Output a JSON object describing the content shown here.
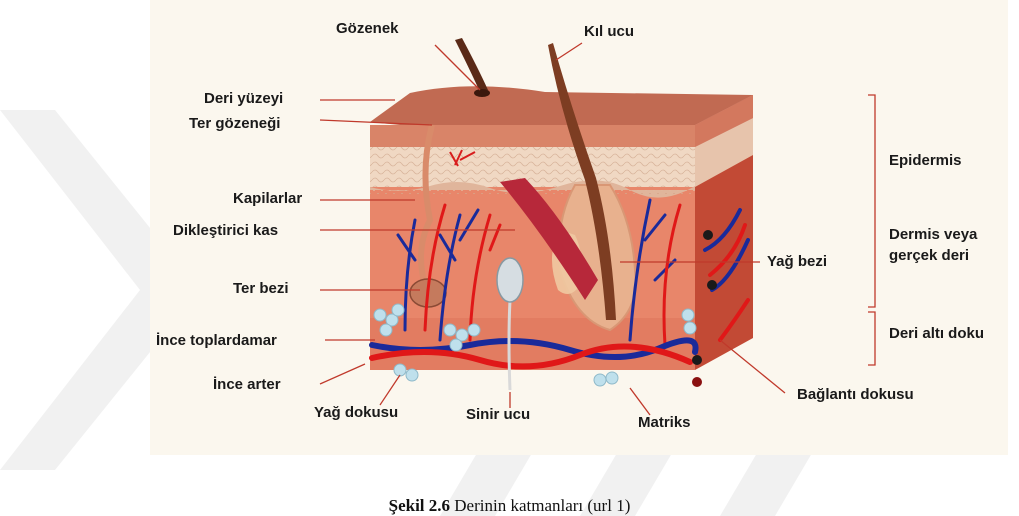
{
  "colors": {
    "epidermis": "#c9735a",
    "stratum": "#efd6c1",
    "dermis": "#e8866a",
    "skin_front": "#e07a5c",
    "hair": "#7d3d22",
    "artery": "#e01818",
    "vein": "#1a2a9a",
    "fat": "#bfe0ec",
    "muscle": "#b7283a",
    "leader": "#c0392b"
  },
  "labels": {
    "gozenek": "Gözenek",
    "kil_ucu": "Kıl ucu",
    "deri_yuzeyi": "Deri yüzeyi",
    "ter_gozenegi": "Ter gözeneği",
    "kapilarlar": "Kapilarlar",
    "diklestirici_kas": "Dikleştirici kas",
    "ter_bezi": "Ter bezi",
    "ince_toplardamar": "İnce toplardamar",
    "ince_arter": "İnce arter",
    "yag_dokusu": "Yağ dokusu",
    "sinir_ucu": "Sinir ucu",
    "matriks": "Matriks",
    "yag_bezi": "Yağ bezi",
    "baglanti_dokusu": "Bağlantı dokusu",
    "epidermis": "Epidermis",
    "dermis_1": "Dermis veya",
    "dermis_2": "gerçek deri",
    "deri_alti": "Deri altı doku"
  },
  "caption": {
    "bold": "Şekil 2.6",
    "text": " Derinin katmanları (url 1)"
  }
}
